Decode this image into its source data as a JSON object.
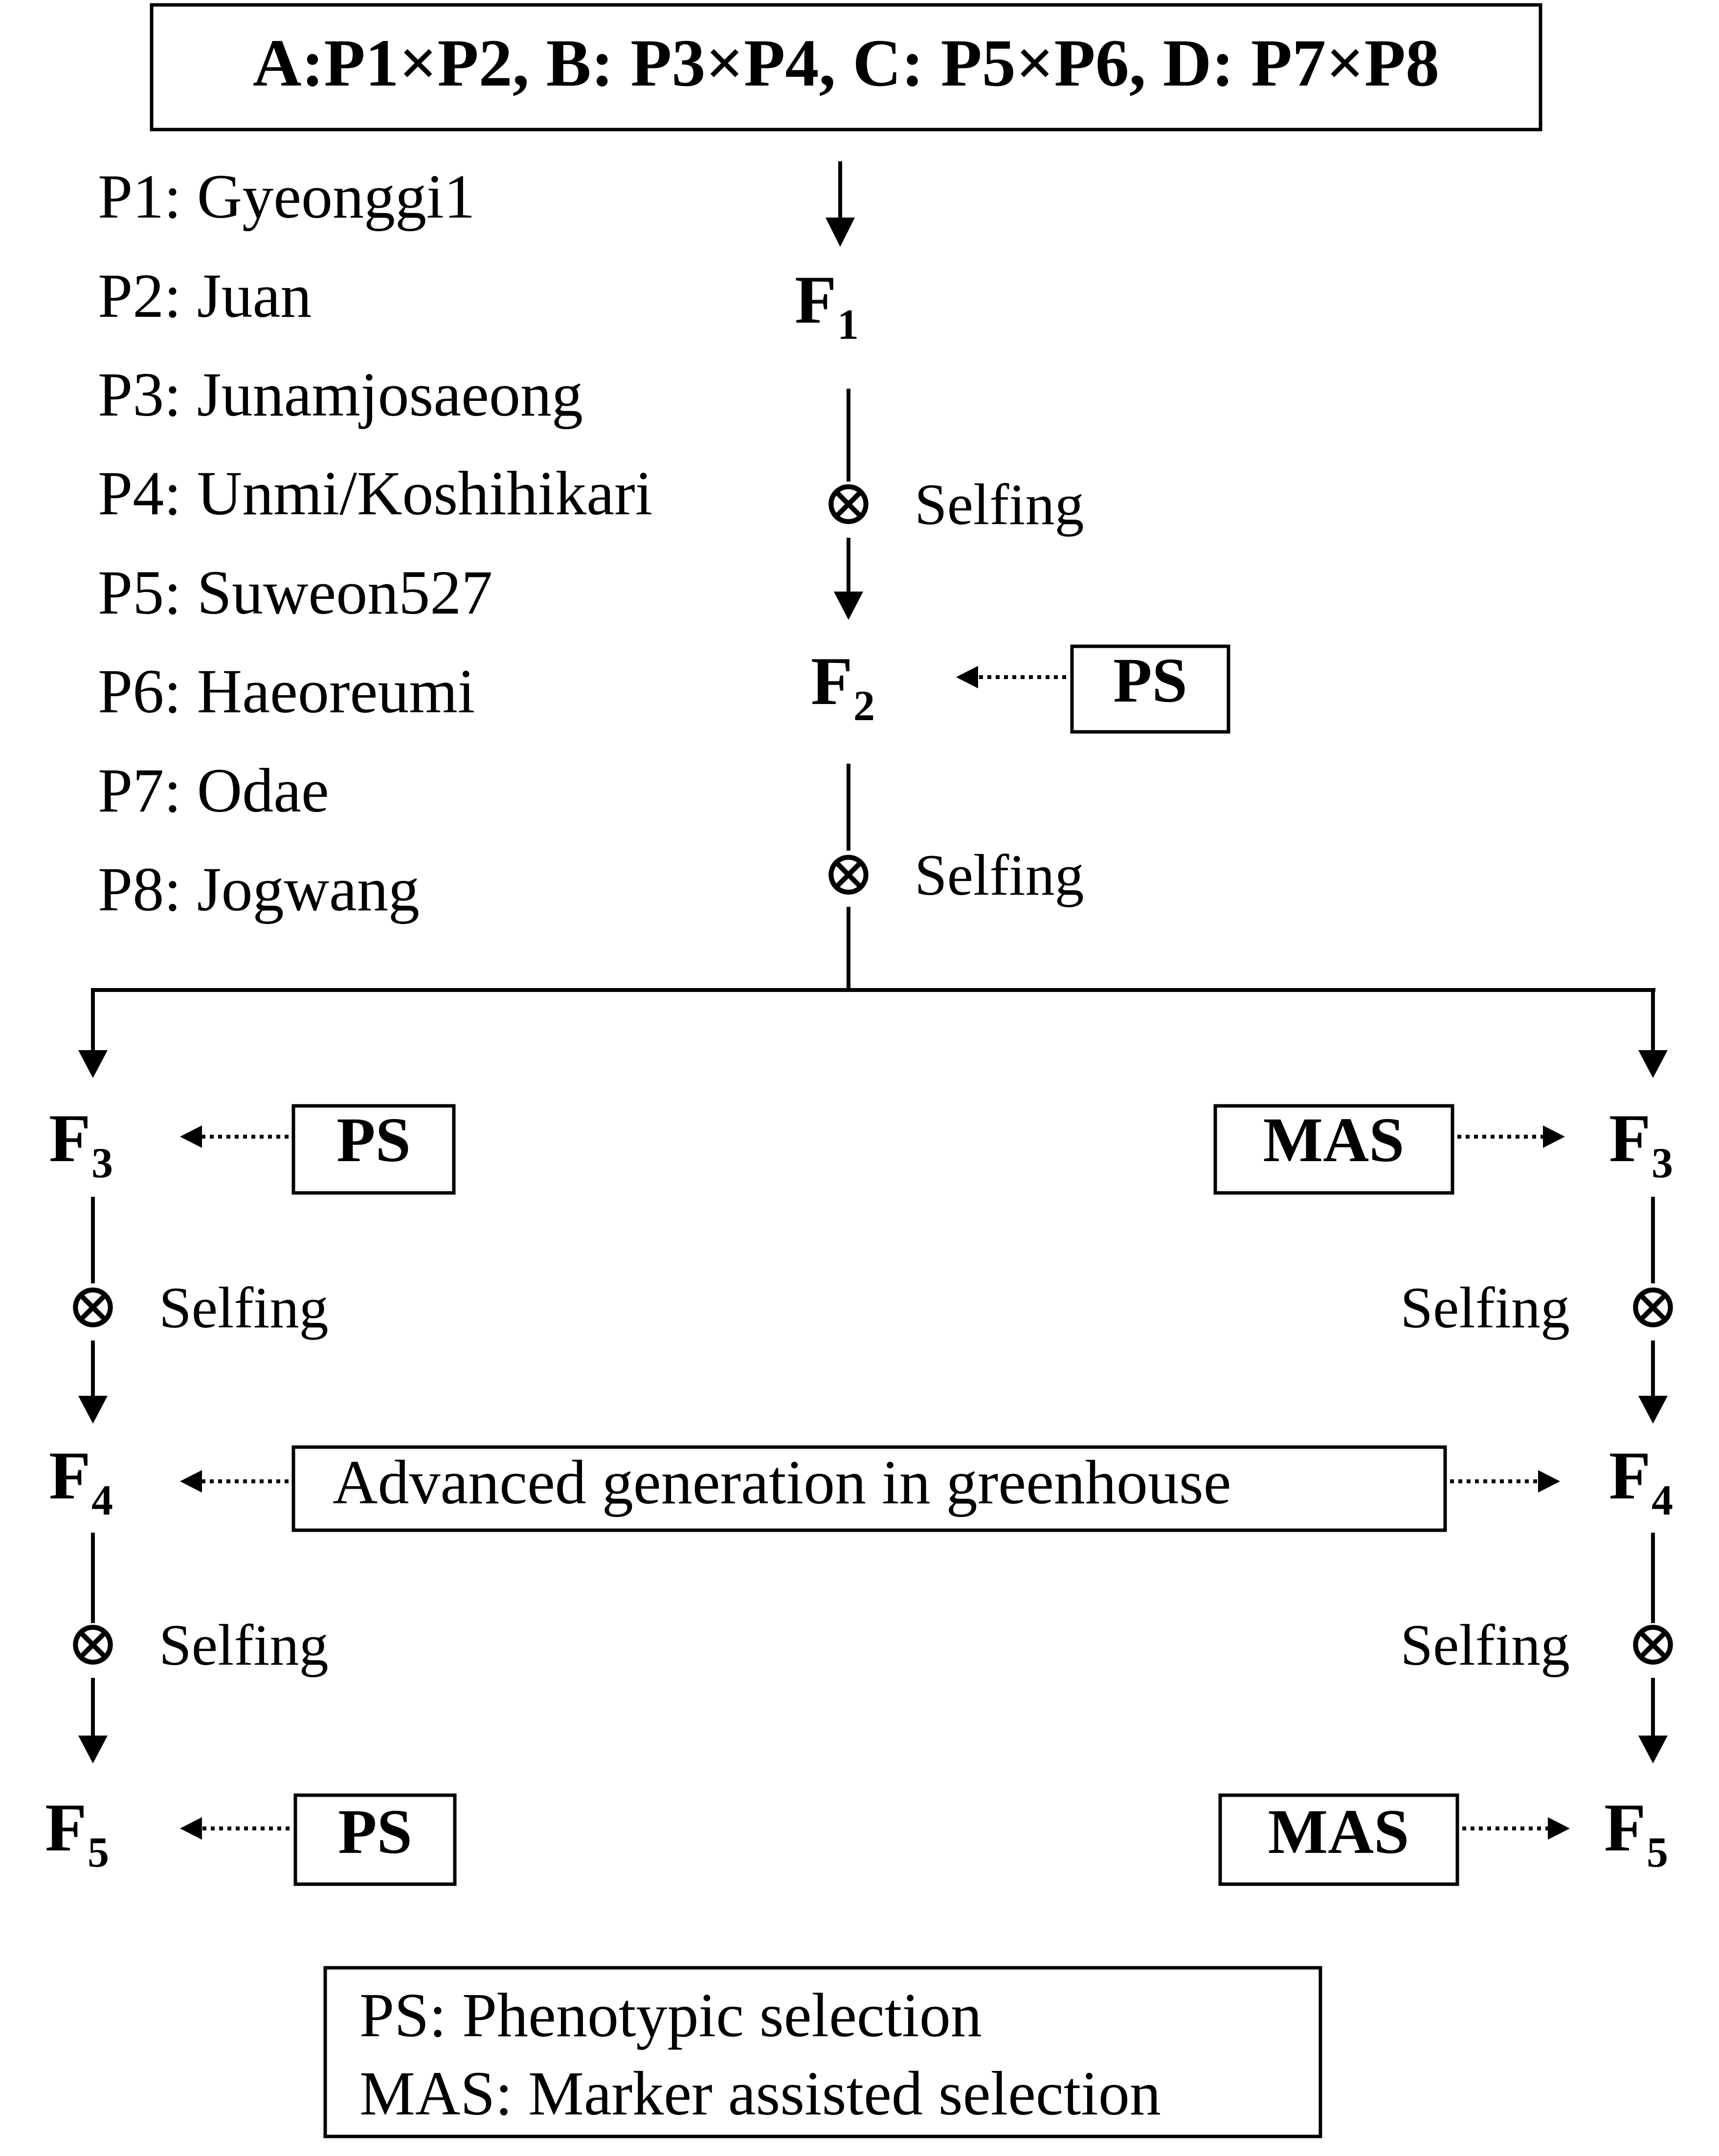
{
  "header": {
    "crosses": "A:P1×P2, B: P3×P4, C: P5×P6, D: P7×P8"
  },
  "parents": [
    {
      "label": "P1: Gyeonggi1"
    },
    {
      "label": "P2: Juan"
    },
    {
      "label": "P3: Junamjosaeong"
    },
    {
      "label": "P4: Unmi/Koshihikari"
    },
    {
      "label": "P5: Suweon527"
    },
    {
      "label": "P6: Haeoreumi"
    },
    {
      "label": "P7: Odae"
    },
    {
      "label": "P8: Jogwang"
    }
  ],
  "generations": {
    "f1": {
      "base": "F",
      "sub": "1"
    },
    "f2": {
      "base": "F",
      "sub": "2"
    },
    "left_f3": {
      "base": "F",
      "sub": "3"
    },
    "left_f4": {
      "base": "F",
      "sub": "4"
    },
    "left_f5": {
      "base": "F",
      "sub": "5"
    },
    "right_f3": {
      "base": "F",
      "sub": "3"
    },
    "right_f4": {
      "base": "F",
      "sub": "4"
    },
    "right_f5": {
      "base": "F",
      "sub": "5"
    }
  },
  "steps": {
    "selfing_symbol": "⊗",
    "selfing_label": "Selfing"
  },
  "selection_boxes": {
    "ps": "PS",
    "mas": "MAS",
    "greenhouse": "Advanced  generation  in greenhouse"
  },
  "legend": {
    "ps": "PS: Phenotypic  selection",
    "mas": "MAS: Marker assisted selection"
  }
}
